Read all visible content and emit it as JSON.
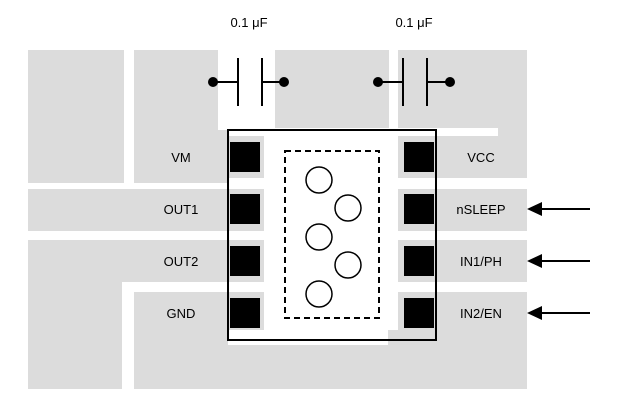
{
  "capacitors": {
    "left_value": "0.1 μF",
    "right_value": "0.1 μF"
  },
  "pins_left": [
    {
      "label": "VM"
    },
    {
      "label": "OUT1"
    },
    {
      "label": "OUT2"
    },
    {
      "label": "GND"
    }
  ],
  "pins_right": [
    {
      "label": "VCC"
    },
    {
      "label": "nSLEEP"
    },
    {
      "label": "IN1/PH"
    },
    {
      "label": "IN2/EN"
    }
  ],
  "colors": {
    "copper": "#dcdcdc",
    "pad": "#000000",
    "outline": "#000000",
    "background": "#ffffff"
  }
}
